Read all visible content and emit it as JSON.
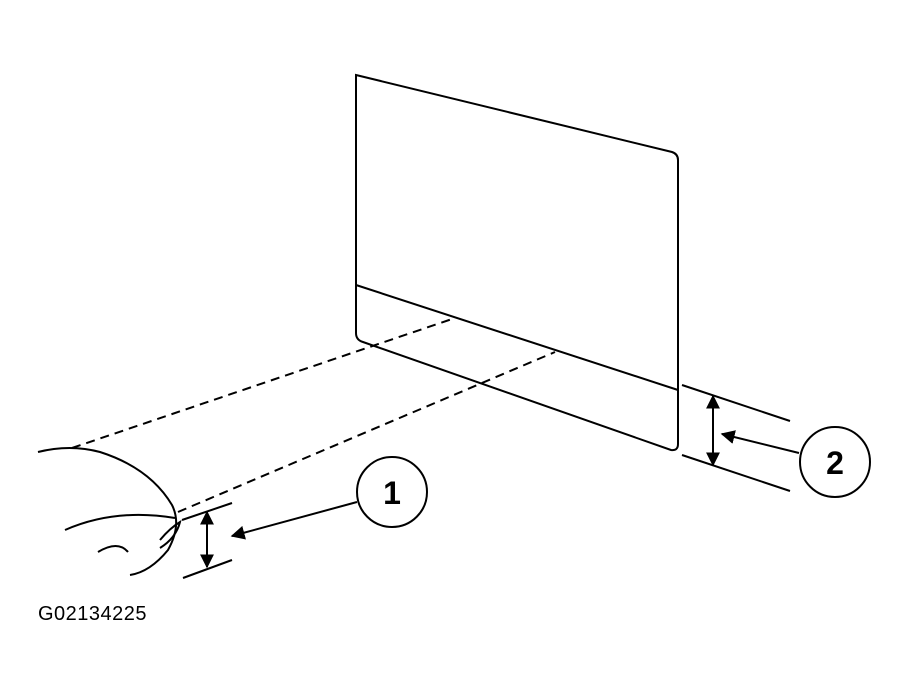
{
  "figure": {
    "code": "G02134225",
    "callouts": [
      {
        "label": "1"
      },
      {
        "label": "2"
      }
    ]
  },
  "colors": {
    "ink": "#000000",
    "background": "#ffffff"
  }
}
